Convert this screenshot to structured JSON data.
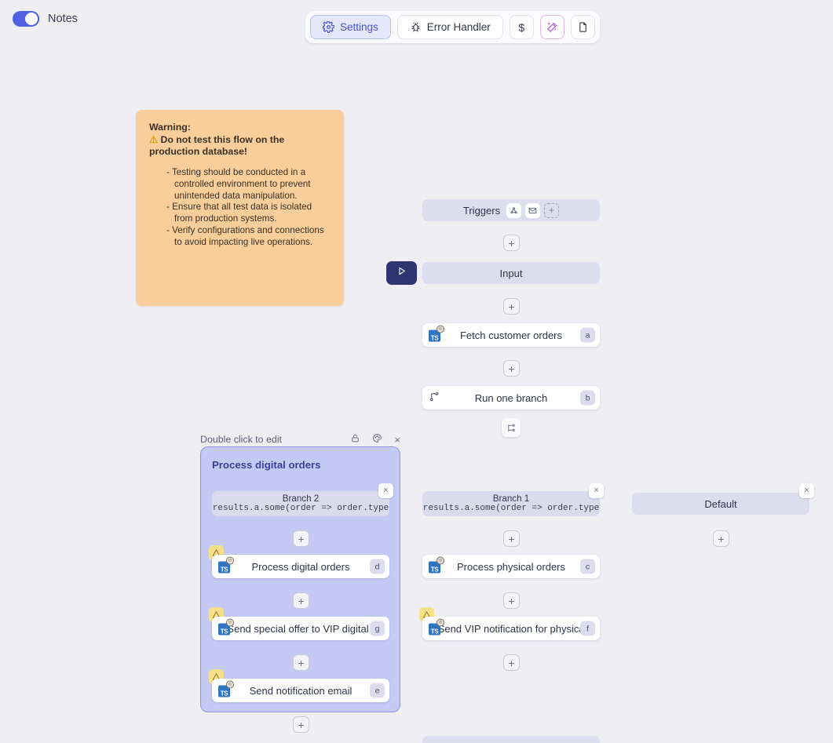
{
  "topbar": {
    "notes_label": "Notes",
    "notes_toggle_on": true,
    "accent": "#4f63e0",
    "buttons": [
      {
        "label": "Settings",
        "icon": "gear-icon",
        "active": true
      },
      {
        "label": "Error Handler",
        "icon": "bug-icon",
        "active": false
      },
      {
        "label": "$",
        "icon": "dollar-icon",
        "active": false
      },
      {
        "label": "",
        "icon": "magic-wand-icon",
        "active": false
      },
      {
        "label": "",
        "icon": "file-icon",
        "active": false
      }
    ]
  },
  "note": {
    "title": "Warning:",
    "warning_line": "Do not test this flow on the production database!",
    "warning_emoji": "⚠",
    "bullets": [
      "Testing should be conducted in a controlled environment to prevent unintended data manipulation.",
      "Ensure that all test data is isolated from production systems.",
      "Verify configurations and connections to avoid impacting live operations."
    ],
    "bg_color": "#f9ce9a"
  },
  "flow": {
    "triggers": {
      "label": "Triggers",
      "icons": [
        "webhook-icon",
        "email-icon",
        "add-trigger-icon"
      ]
    },
    "input": {
      "label": "Input",
      "run_icon": "play-icon"
    },
    "nodes": [
      {
        "label": "Fetch customer orders",
        "badge": "a",
        "icon": "typescript-icon",
        "warn": false
      },
      {
        "label": "Run one branch",
        "badge": "b",
        "icon": "branch-icon",
        "warn": false
      }
    ],
    "branches": [
      {
        "title": "Branch 2",
        "code": "results.a.some(order => order.type"
      },
      {
        "title": "Branch 1",
        "code": "results.a.some(order => order.type"
      },
      {
        "title": "Default",
        "code": ""
      }
    ],
    "group": {
      "hint": "Double click to edit",
      "name": "Process digital orders",
      "icons": [
        "lock-icon",
        "palette-icon",
        "close-icon"
      ],
      "fill": "#c5caf5",
      "border": "#8e95e8",
      "nodes": [
        {
          "label": "Process digital orders",
          "badge": "d",
          "icon": "typescript-icon",
          "warn": true
        },
        {
          "label": "Send special offer to VIP digital c...",
          "badge": "g",
          "icon": "typescript-icon",
          "warn": true
        },
        {
          "label": "Send notification email",
          "badge": "e",
          "icon": "typescript-icon",
          "warn": true
        }
      ]
    },
    "branch1_nodes": [
      {
        "label": "Process physical orders",
        "badge": "c",
        "icon": "typescript-icon",
        "warn": false
      },
      {
        "label": "Send VIP notification for physical...",
        "badge": "f",
        "icon": "typescript-icon",
        "warn": true
      }
    ],
    "plus_label": "+",
    "close_label": "×"
  }
}
